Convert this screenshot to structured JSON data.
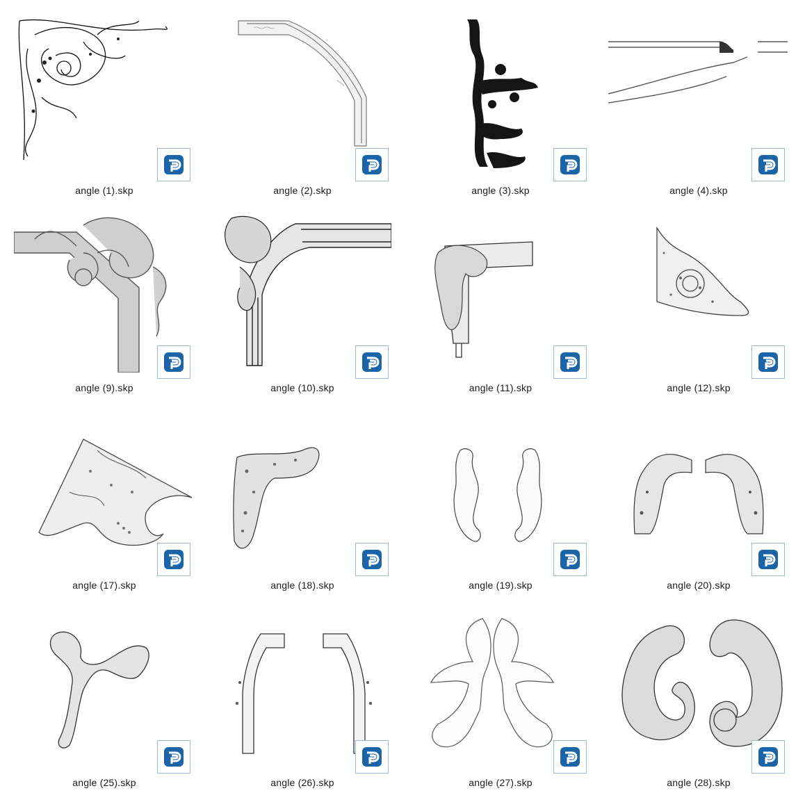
{
  "files": [
    {
      "name": "angle (1).skp",
      "preview": "ornate-corner-line-art"
    },
    {
      "name": "angle (2).skp",
      "preview": "curved-molding-corner"
    },
    {
      "name": "angle (3).skp",
      "preview": "black-ornament-corner"
    },
    {
      "name": "angle (4).skp",
      "preview": "flat-profile-bracket"
    },
    {
      "name": "angle (9).skp",
      "preview": "baroque-carved-corner"
    },
    {
      "name": "angle (10).skp",
      "preview": "frame-corner-with-leaf"
    },
    {
      "name": "angle (11).skp",
      "preview": "l-molding-corner"
    },
    {
      "name": "angle (12).skp",
      "preview": "scroll-bracket-corner"
    },
    {
      "name": "angle (17).skp",
      "preview": "triangular-corner-panel"
    },
    {
      "name": "angle (18).skp",
      "preview": "carved-corner-piece"
    },
    {
      "name": "angle (19).skp",
      "preview": "mirrored-leaf-pair"
    },
    {
      "name": "angle (20).skp",
      "preview": "mirrored-scroll-corners"
    },
    {
      "name": "angle (25).skp",
      "preview": "scroll-corner-piece"
    },
    {
      "name": "angle (26).skp",
      "preview": "mirrored-frame-corners"
    },
    {
      "name": "angle (27).skp",
      "preview": "mirrored-acanthus-pair"
    },
    {
      "name": "angle (28).skp",
      "preview": "mirrored-c-scrolls"
    }
  ],
  "file_type_icon": "sketchup-icon",
  "colors": {
    "badge_blue": "#1b64a8",
    "background": "#ffffff"
  }
}
